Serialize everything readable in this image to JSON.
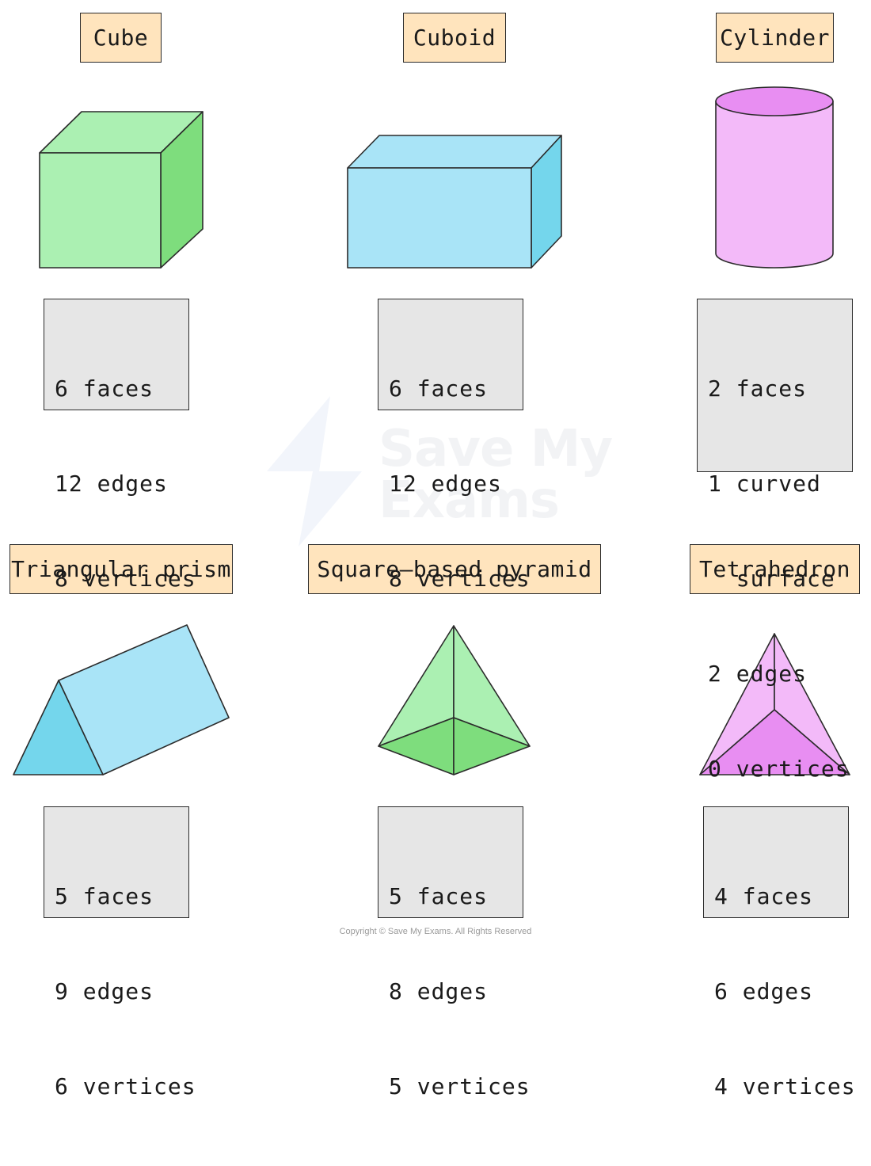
{
  "colors": {
    "label_bg": "#ffe4bd",
    "info_bg": "#e6e6e6",
    "green_light": "#abf0b2",
    "green_dark": "#7edd7d",
    "blue_light": "#a9e4f7",
    "blue_dark": "#74d6ec",
    "pink_light": "#f3baf9",
    "pink_dark": "#e88ef2"
  },
  "shapes": [
    {
      "key": "cube",
      "name": "Cube",
      "properties": [
        "6 faces",
        "12 edges",
        "8 vertices"
      ]
    },
    {
      "key": "cuboid",
      "name": "Cuboid",
      "properties": [
        "6 faces",
        "12 edges",
        "8 vertices"
      ]
    },
    {
      "key": "cylinder",
      "name": "Cylinder",
      "properties": [
        "2 faces",
        "1 curved",
        "  surface",
        "2 edges",
        "0 vertices"
      ]
    },
    {
      "key": "triangular-prism",
      "name": "Triangular prism",
      "properties": [
        "5 faces",
        "9 edges",
        "6 vertices"
      ]
    },
    {
      "key": "square-based-pyramid",
      "name": "Square–based pyramid",
      "properties": [
        "5 faces",
        "8 edges",
        "5 vertices"
      ]
    },
    {
      "key": "tetrahedron",
      "name": "Tetrahedron",
      "properties": [
        "4 faces",
        "6 edges",
        "4 vertices"
      ]
    }
  ],
  "watermark": {
    "line1": "Save My",
    "line2": "Exams"
  },
  "copyright": "Copyright © Save My Exams. All Rights Reserved"
}
